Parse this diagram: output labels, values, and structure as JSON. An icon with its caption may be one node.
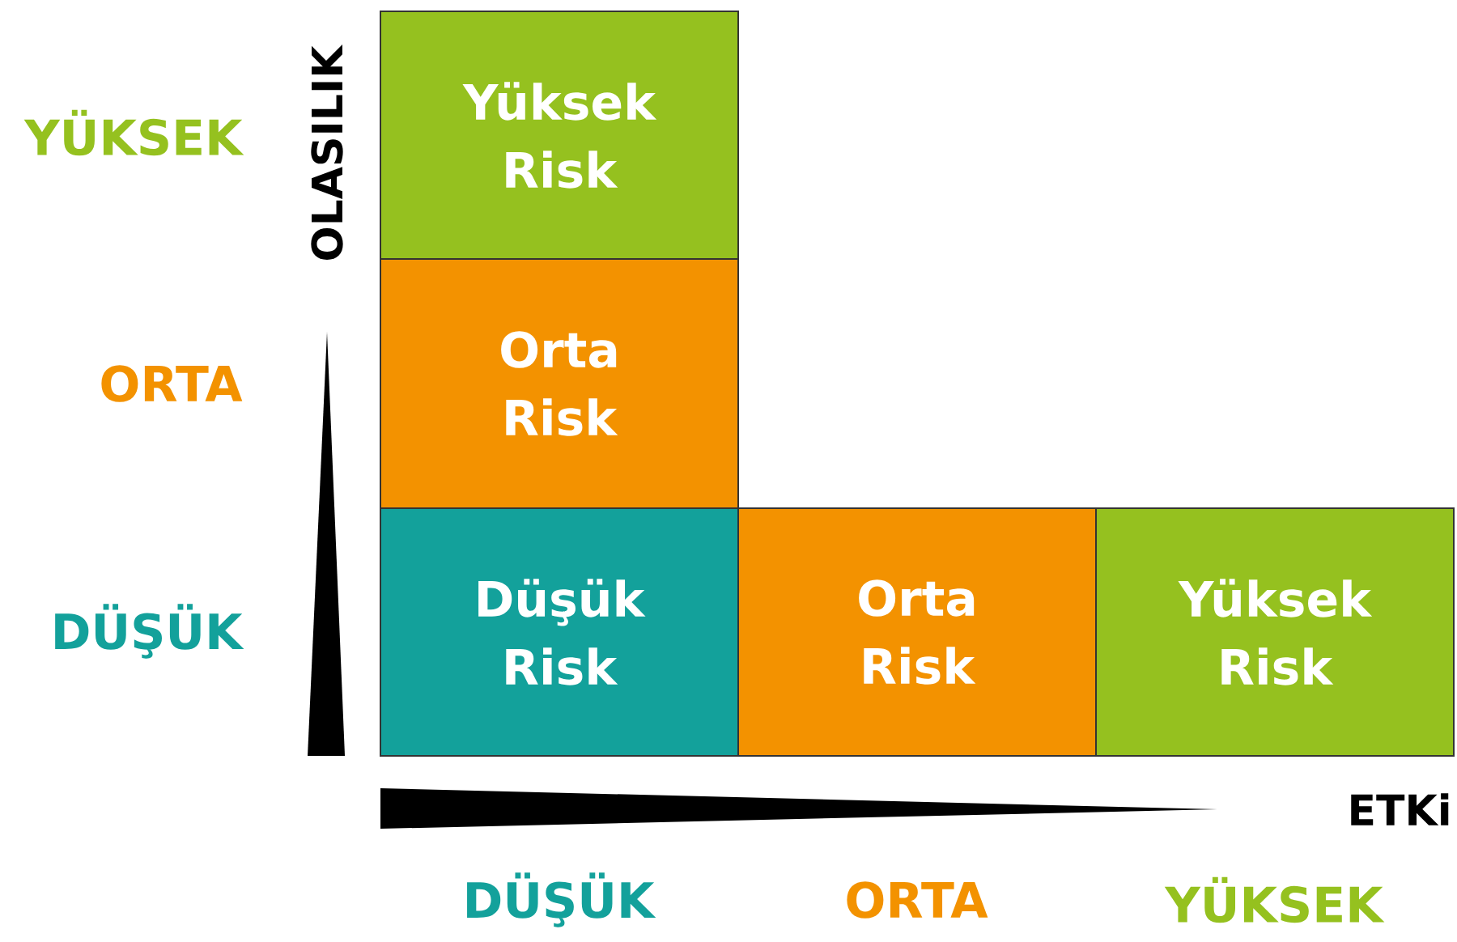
{
  "diagram": {
    "nodes": [
      {
        "text": [
          "Yüksek Risk"
        ]
      },
      {
        "text": [
          "Orta Risk"
        ]
      },
      {
        "text": [
          "Düşük Risk"
        ]
      },
      {
        "text": [
          "Orta Risk"
        ]
      },
      {
        "text": [
          "Yüksek Risk"
        ]
      }
    ],
    "labels": [
      "OLASILIK",
      "YÜKSEK",
      "ORTA",
      "DÜŞÜK",
      "ETKi",
      "DÜŞÜK",
      "ORTA",
      "YÜKSEK"
    ]
  }
}
